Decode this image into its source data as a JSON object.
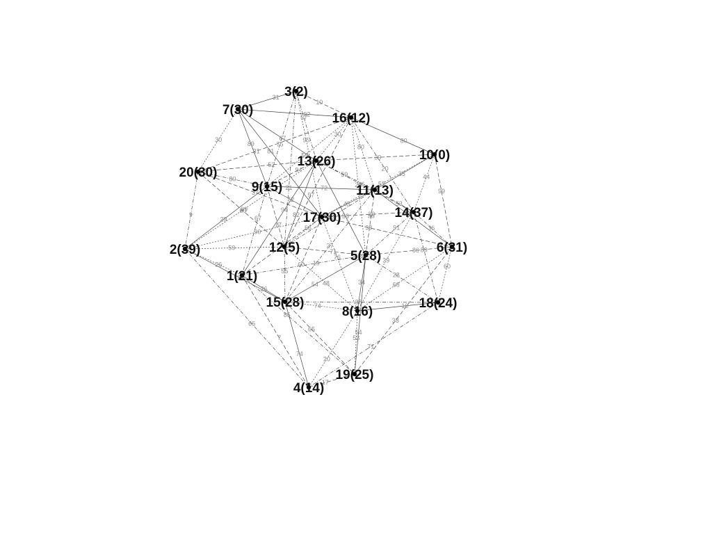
{
  "graph": {
    "nodes": [
      {
        "id": "1",
        "label": "1(21)"
      },
      {
        "id": "2",
        "label": "2(39)"
      },
      {
        "id": "3",
        "label": "3(2)"
      },
      {
        "id": "4",
        "label": "4(14)"
      },
      {
        "id": "5",
        "label": "5(28)"
      },
      {
        "id": "6",
        "label": "6(31)"
      },
      {
        "id": "7",
        "label": "7(30)"
      },
      {
        "id": "8",
        "label": "8(16)"
      },
      {
        "id": "9",
        "label": "9(15)"
      },
      {
        "id": "10",
        "label": "10(0)"
      },
      {
        "id": "11",
        "label": "11(13)"
      },
      {
        "id": "12",
        "label": "12(5)"
      },
      {
        "id": "13",
        "label": "13(26)"
      },
      {
        "id": "14",
        "label": "14(37)"
      },
      {
        "id": "15",
        "label": "15(28)"
      },
      {
        "id": "16",
        "label": "16(12)"
      },
      {
        "id": "17",
        "label": "17(30)"
      },
      {
        "id": "18",
        "label": "18(24)"
      },
      {
        "id": "19",
        "label": "19(25)"
      },
      {
        "id": "20",
        "label": "20(30)"
      }
    ],
    "edges": [
      {
        "from": "3",
        "to": "7",
        "weight": "31"
      },
      {
        "from": "3",
        "to": "16",
        "weight": "10"
      },
      {
        "from": "7",
        "to": "20",
        "weight": "30"
      },
      {
        "from": "20",
        "to": "2",
        "weight": "9"
      },
      {
        "from": "16",
        "to": "10",
        "weight": "80"
      },
      {
        "from": "10",
        "to": "6",
        "weight": "99"
      },
      {
        "from": "2",
        "to": "12",
        "weight": "59"
      },
      {
        "from": "2",
        "to": "4",
        "weight": "66"
      },
      {
        "from": "15",
        "to": "4",
        "weight": "74"
      },
      {
        "from": "15",
        "to": "19",
        "weight": "65"
      },
      {
        "from": "15",
        "to": "8",
        "weight": "74"
      },
      {
        "from": "18",
        "to": "4",
        "weight": "71"
      },
      {
        "from": "8",
        "to": "18",
        "weight": "10"
      },
      {
        "from": "4",
        "to": "19",
        "weight": "17"
      },
      {
        "from": "8",
        "to": "19",
        "weight": "53"
      },
      {
        "from": "9",
        "to": "20",
        "weight": "80"
      },
      {
        "from": "7",
        "to": "13",
        "weight": "67"
      },
      {
        "from": "9",
        "to": "13",
        "weight": "94"
      },
      {
        "from": "16",
        "to": "11",
        "weight": "80"
      },
      {
        "from": "13",
        "to": "11",
        "weight": "59"
      },
      {
        "from": "10",
        "to": "11",
        "weight": "35"
      },
      {
        "from": "11",
        "to": "14",
        "weight": "53"
      },
      {
        "from": "10",
        "to": "14",
        "weight": "44"
      },
      {
        "from": "14",
        "to": "6",
        "weight": "36"
      },
      {
        "from": "9",
        "to": "2",
        "weight": "29"
      },
      {
        "from": "12",
        "to": "5",
        "weight": "71"
      },
      {
        "from": "17",
        "to": "12",
        "weight": "56"
      },
      {
        "from": "12",
        "to": "15",
        "weight": "55"
      },
      {
        "from": "1",
        "to": "15",
        "weight": "26"
      },
      {
        "from": "5",
        "to": "6",
        "weight": "86"
      },
      {
        "from": "6",
        "to": "18",
        "weight": "60"
      },
      {
        "from": "5",
        "to": "18",
        "weight": "28"
      },
      {
        "from": "5",
        "to": "8",
        "weight": "34"
      },
      {
        "from": "1",
        "to": "4",
        "weight": "7"
      },
      {
        "from": "8",
        "to": "4",
        "weight": "20"
      },
      {
        "from": "1",
        "to": "19",
        "weight": "85"
      },
      {
        "from": "17",
        "to": "11",
        "weight": "45"
      },
      {
        "from": "17",
        "to": "14",
        "weight": "20"
      },
      {
        "from": "13",
        "to": "16",
        "weight": "30"
      },
      {
        "from": "3",
        "to": "13",
        "weight": "57"
      },
      {
        "from": "7",
        "to": "9",
        "weight": "89"
      },
      {
        "from": "20",
        "to": "12",
        "weight": "60"
      },
      {
        "from": "2",
        "to": "1",
        "weight": "26"
      },
      {
        "from": "9",
        "to": "1",
        "weight": "67"
      },
      {
        "from": "9",
        "to": "17",
        "weight": "72"
      },
      {
        "from": "1",
        "to": "17",
        "weight": "79"
      },
      {
        "from": "12",
        "to": "8",
        "weight": "48"
      },
      {
        "from": "5",
        "to": "14",
        "weight": "91"
      },
      {
        "from": "11",
        "to": "6",
        "weight": "44"
      },
      {
        "from": "10",
        "to": "13",
        "weight": "39"
      },
      {
        "from": "16",
        "to": "9",
        "weight": "59"
      },
      {
        "from": "3",
        "to": "12",
        "weight": "21"
      },
      {
        "from": "7",
        "to": "17",
        "weight": "81"
      },
      {
        "from": "20",
        "to": "17",
        "weight": "37"
      },
      {
        "from": "2",
        "to": "17",
        "weight": "90"
      },
      {
        "from": "1",
        "to": "5",
        "weight": "19"
      },
      {
        "from": "15",
        "to": "5",
        "weight": "54"
      },
      {
        "from": "15",
        "to": "17",
        "weight": "60"
      },
      {
        "from": "8",
        "to": "14",
        "weight": "39"
      },
      {
        "from": "18",
        "to": "14",
        "weight": "89"
      },
      {
        "from": "19",
        "to": "5",
        "weight": "54"
      },
      {
        "from": "19",
        "to": "6",
        "weight": "38"
      },
      {
        "from": "16",
        "to": "5",
        "weight": "24"
      },
      {
        "from": "3",
        "to": "9",
        "weight": "75"
      },
      {
        "from": "13",
        "to": "12",
        "weight": "82"
      },
      {
        "from": "11",
        "to": "5",
        "weight": "36"
      },
      {
        "from": "10",
        "to": "17",
        "weight": "52"
      },
      {
        "from": "16",
        "to": "14",
        "weight": "20"
      },
      {
        "from": "7",
        "to": "16",
        "weight": "92"
      },
      {
        "from": "20",
        "to": "16",
        "weight": "31"
      },
      {
        "from": "2",
        "to": "13",
        "weight": "39"
      },
      {
        "from": "12",
        "to": "11",
        "weight": "63"
      },
      {
        "from": "13",
        "to": "5",
        "weight": "58"
      },
      {
        "from": "17",
        "to": "6",
        "weight": "38"
      },
      {
        "from": "17",
        "to": "8",
        "weight": "76"
      },
      {
        "from": "15",
        "to": "11",
        "weight": "27"
      },
      {
        "from": "1",
        "to": "13",
        "weight": "94"
      },
      {
        "from": "9",
        "to": "12",
        "weight": "17"
      },
      {
        "from": "8",
        "to": "6",
        "weight": "68"
      },
      {
        "from": "15",
        "to": "18",
        "weight": "38"
      },
      {
        "from": "2",
        "to": "15",
        "weight": "73"
      },
      {
        "from": "20",
        "to": "13",
        "weight": "52"
      },
      {
        "from": "3",
        "to": "17",
        "weight": "95"
      },
      {
        "from": "13",
        "to": "14",
        "weight": "46"
      },
      {
        "from": "9",
        "to": "11",
        "weight": "72"
      },
      {
        "from": "16",
        "to": "12",
        "weight": "97"
      }
    ]
  }
}
